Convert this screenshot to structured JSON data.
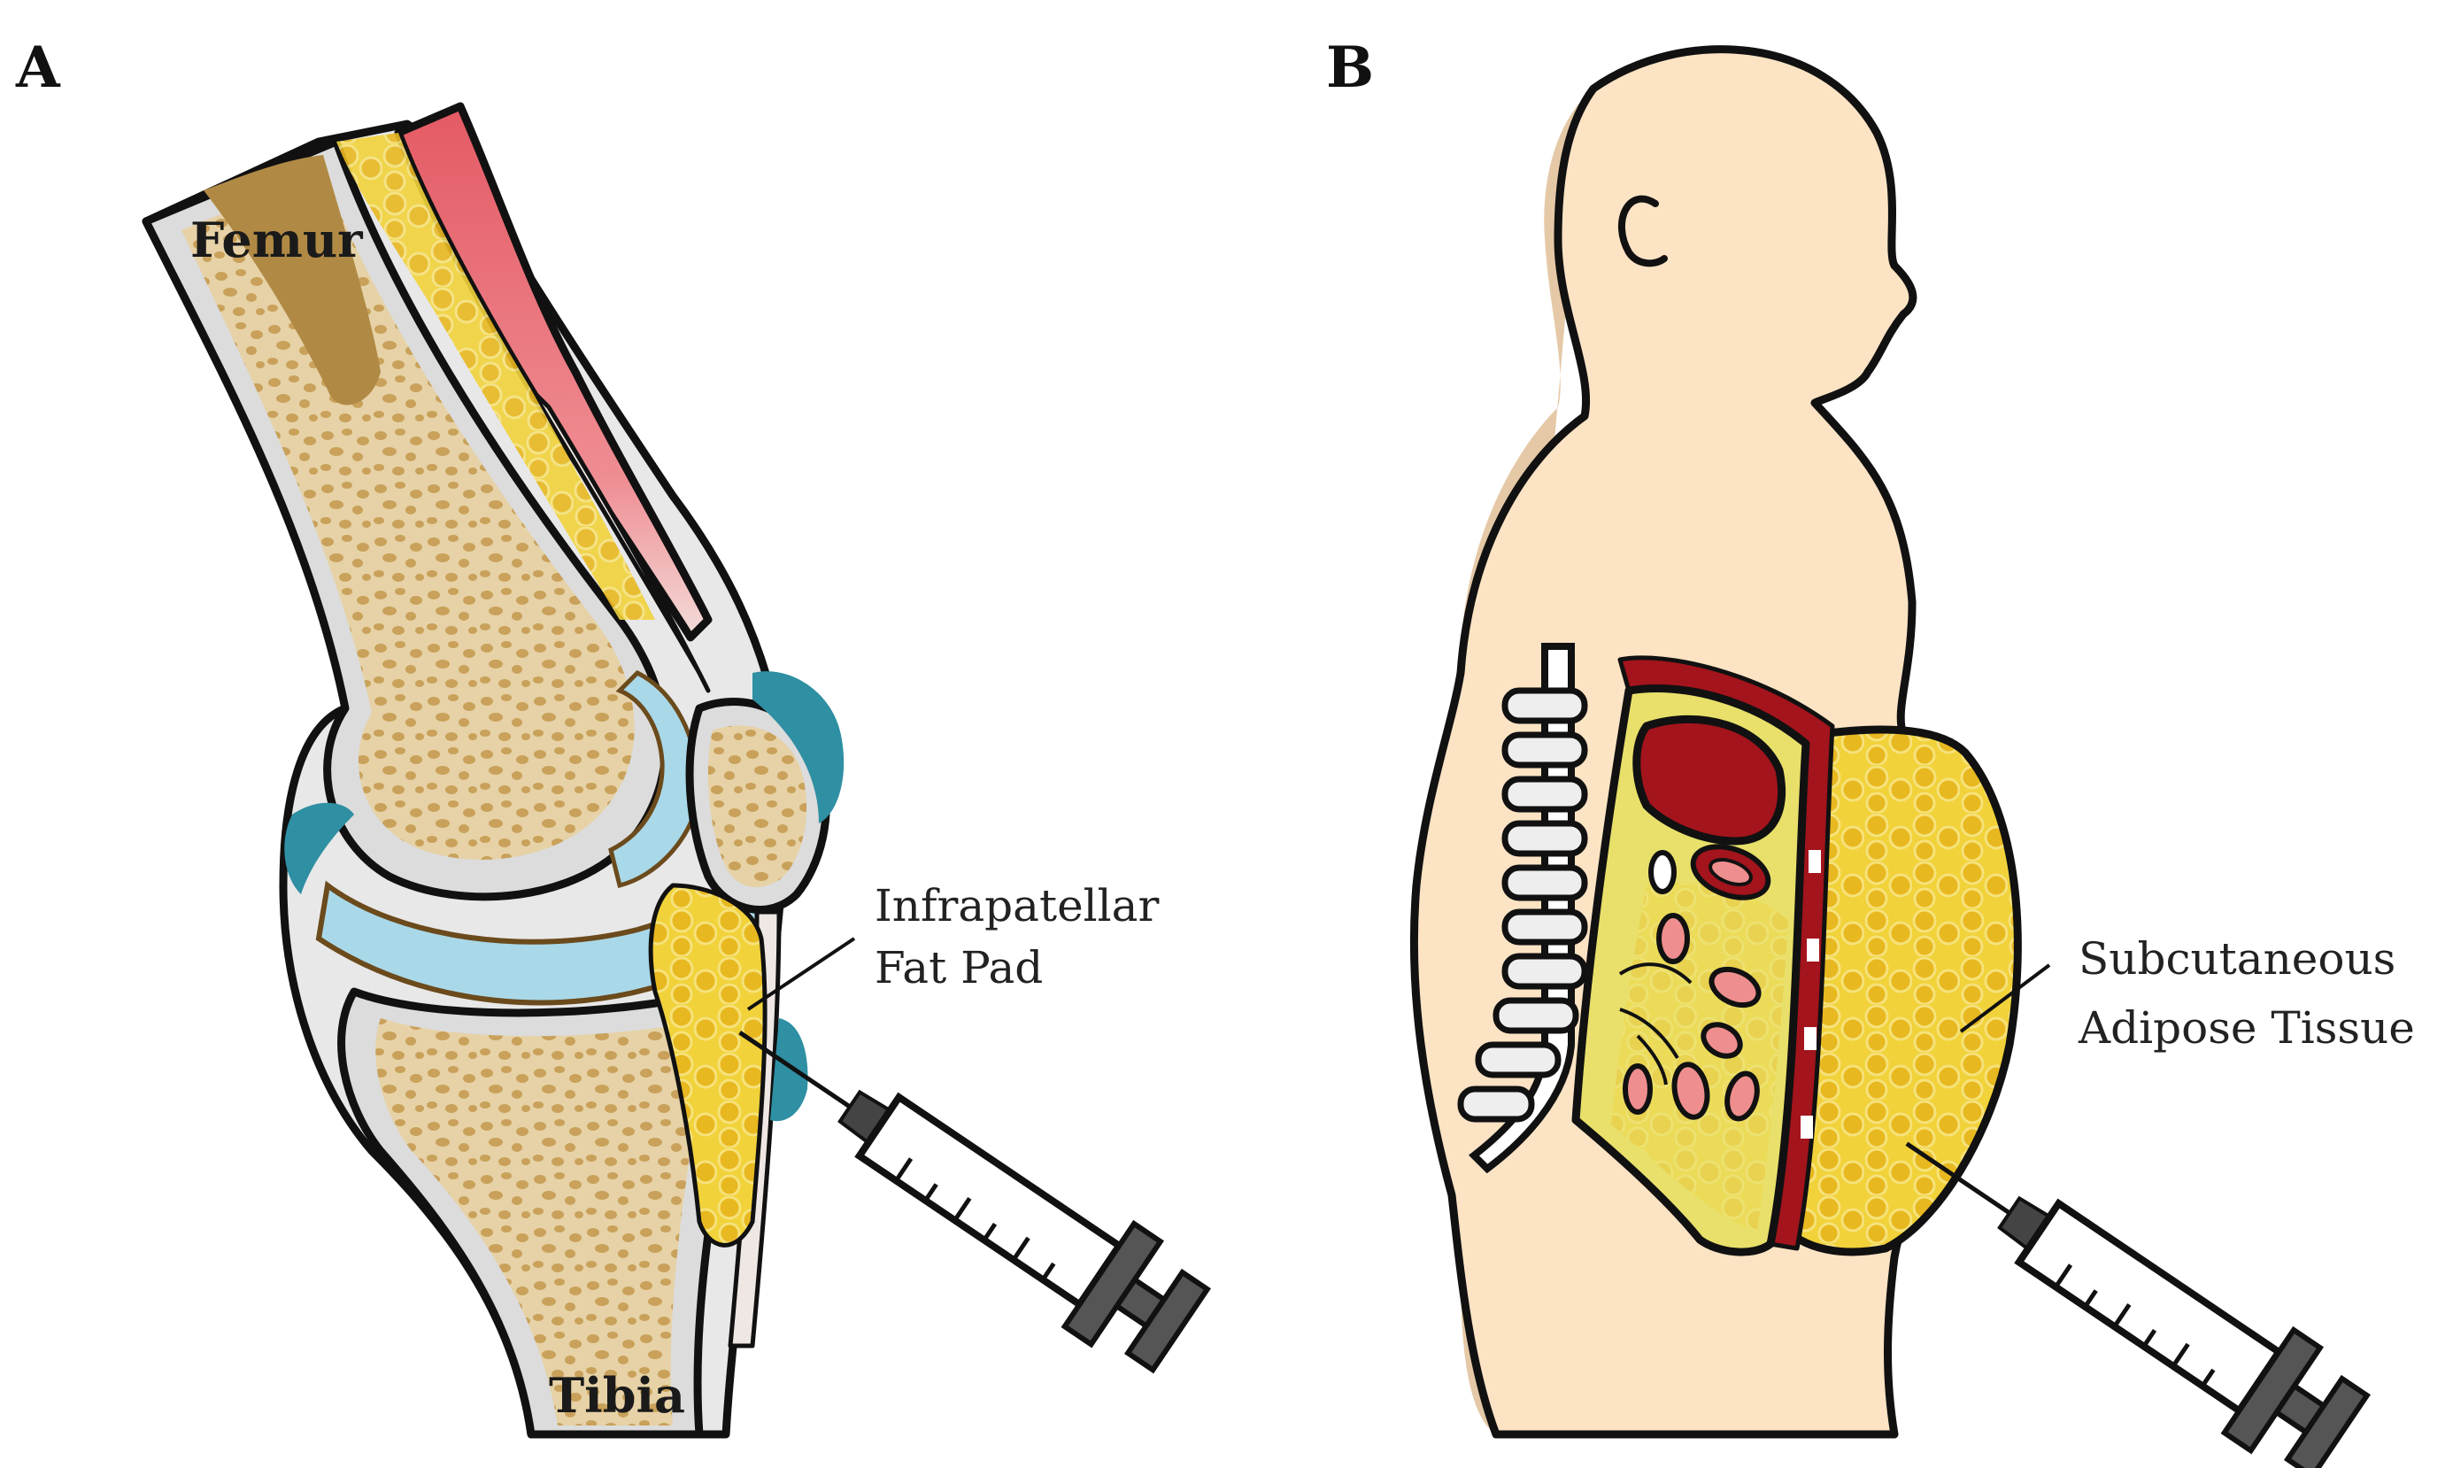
{
  "panels": {
    "a": {
      "letter": "A",
      "bone_labels": {
        "femur": "Femur",
        "tibia": "Tibia"
      },
      "callout": {
        "line1": "Infrapatellar",
        "line2": "Fat Pad"
      }
    },
    "b": {
      "letter": "B",
      "callout": {
        "line1": "Subcutaneous",
        "line2": "Adipose Tissue"
      }
    }
  },
  "colors": {
    "bone_gray": "#d9d9d9",
    "bone_tan": "#c9a15a",
    "marrow_brown": "#b08a45",
    "cartilage_blue": "#a9d8e8",
    "bursa_teal": "#2f8fa3",
    "fat_yellow": "#f1d23a",
    "fat_droplet": "#e8b820",
    "muscle_red": "#e9676f",
    "tendon": "#efe7e4",
    "skin": "#fce3c4",
    "skin_shadow": "#e5c9a7",
    "visceral_yellow": "#e8e06a",
    "organ_darkred": "#a3141c",
    "organ_pink": "#ef8e8e",
    "syringe_gray": "#555555"
  }
}
